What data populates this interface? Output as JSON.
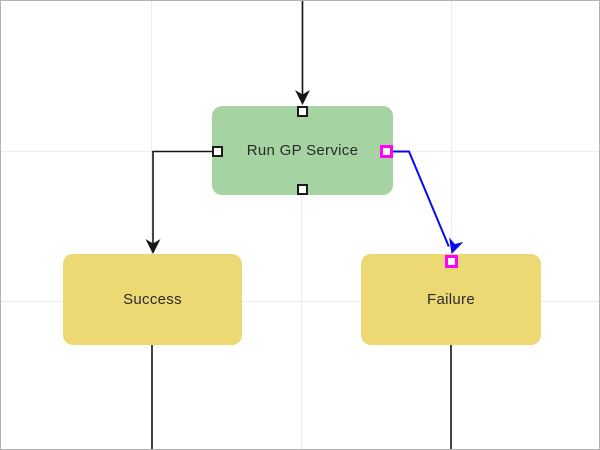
{
  "diagram": {
    "nodes": [
      {
        "id": "run-gp-service",
        "label": "Run GP Service",
        "fill": "green"
      },
      {
        "id": "success",
        "label": "Success",
        "fill": "yellow"
      },
      {
        "id": "failure",
        "label": "Failure",
        "fill": "yellow"
      }
    ],
    "edges": [
      {
        "id": "incoming-top",
        "from": "offscreen-top",
        "to": "run-gp-service",
        "selected": false
      },
      {
        "id": "run-to-success",
        "from": "run-gp-service",
        "to": "success",
        "selected": false
      },
      {
        "id": "run-to-failure",
        "from": "run-gp-service",
        "to": "failure",
        "selected": true
      },
      {
        "id": "success-outgoing",
        "from": "success",
        "to": "offscreen-bottom",
        "selected": false
      },
      {
        "id": "failure-outgoing",
        "from": "failure",
        "to": "offscreen-bottom",
        "selected": false
      }
    ]
  },
  "colors": {
    "canvas-bg": "#ffffff",
    "canvas-border": "#b3b3b3",
    "grid-line": "#ededed",
    "node-green": "#a6d3a2",
    "node-yellow": "#ecd973",
    "node-text": "#2b2b2b",
    "edge-black": "#161616",
    "edge-selected": "#0a0af0",
    "handle-border": "#1a1a1a",
    "handle-selected": "#ff00ff"
  }
}
